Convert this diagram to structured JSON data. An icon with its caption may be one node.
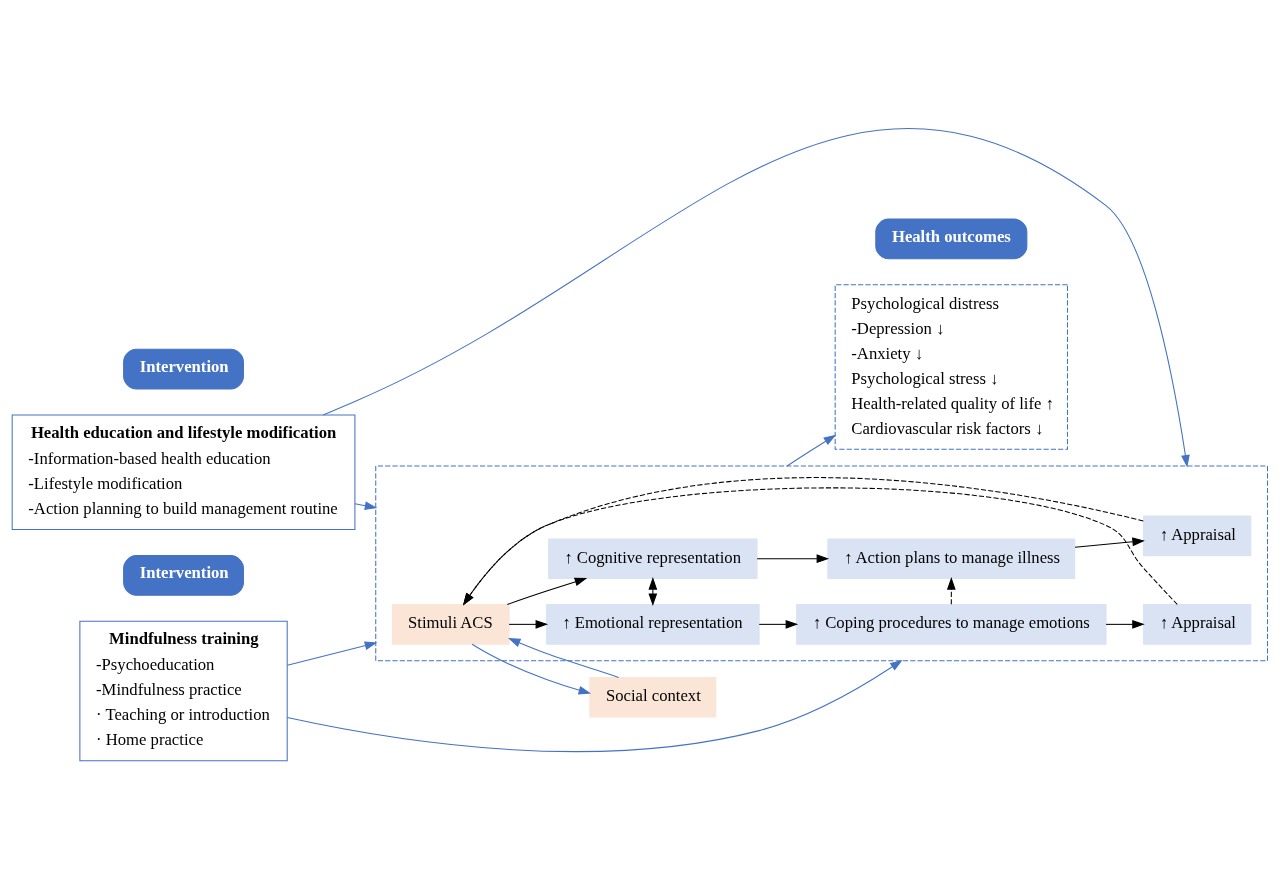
{
  "diagram": {
    "nodes": [
      {
        "text": [
          "Intervention"
        ]
      },
      {
        "text": [
          "Health education and lifestyle modification",
          "-Information-based health education",
          "-Lifestyle modification",
          "-Action planning to build management routine"
        ]
      },
      {
        "text": [
          "Health outcomes"
        ]
      },
      {
        "text": [],
        "shape": "box"
      },
      {
        "text": [
          "Social context"
        ]
      },
      {
        "text": [
          "Stimuli ACS"
        ],
        "in": 3
      },
      {
        "text": [
          "↑ Cognitive representation"
        ],
        "in": 3
      },
      {
        "text": [
          "↑ Action plans to manage illness"
        ],
        "in": 3
      },
      {
        "text": [
          "↑ Appraisal"
        ],
        "in": 3
      },
      {
        "text": [
          "↑ Emotional representation"
        ],
        "in": 3
      },
      {
        "text": [
          "↑ Coping procedures to manage emotions"
        ],
        "in": 3
      },
      {
        "text": [
          "↑ Appraisal"
        ],
        "in": 3
      },
      {
        "text": [
          "Psychological distress",
          "-Depression ↓",
          "-Anxiety ↓",
          "Psychological stress ↓",
          "Health-related quality of life ↑",
          "Cardiovascular risk factors ↓"
        ]
      },
      {
        "text": [
          "Intervention"
        ]
      },
      {
        "text": [
          "Mindfulness training",
          "-Psychoeducation",
          "-Mindfulness practice",
          "· Teaching or introduction",
          "· Home practice"
        ]
      }
    ],
    "edges": [
      {
        "from": 1,
        "to": 3,
        "arrow": "to",
        "color": "#4472c4"
      },
      {
        "from": 1,
        "to": 3,
        "arrow": "to",
        "color": "#4472c4"
      },
      {
        "from": 4,
        "to": 5,
        "arrow": "to",
        "color": "#4472c4"
      },
      {
        "from": 5,
        "to": 4,
        "arrow": "to",
        "color": "#4472c4"
      },
      {
        "from": 5,
        "to": 6,
        "arrow": "to"
      },
      {
        "from": 5,
        "to": 9,
        "arrow": "to"
      },
      {
        "from": 6,
        "to": 7,
        "arrow": "to"
      },
      {
        "from": 7,
        "to": 8,
        "arrow": "to"
      },
      {
        "from": 6,
        "to": 9,
        "arrow": "both",
        "style": "dashed"
      },
      {
        "from": 10,
        "to": 7,
        "arrow": "to",
        "style": "dashed"
      },
      {
        "from": 8,
        "to": 5,
        "arrow": "to",
        "style": "dashed"
      },
      {
        "from": 11,
        "to": 5,
        "arrow": "to",
        "style": "dashed"
      },
      {
        "from": 9,
        "to": 10,
        "arrow": "to"
      },
      {
        "from": 10,
        "to": 11,
        "arrow": "to"
      },
      {
        "from": 3,
        "to": 12,
        "arrow": "to",
        "color": "#4472c4"
      },
      {
        "from": 14,
        "to": 3,
        "arrow": "to",
        "color": "#4472c4"
      },
      {
        "from": 14,
        "to": 3,
        "arrow": "to",
        "color": "#4472c4"
      }
    ]
  }
}
